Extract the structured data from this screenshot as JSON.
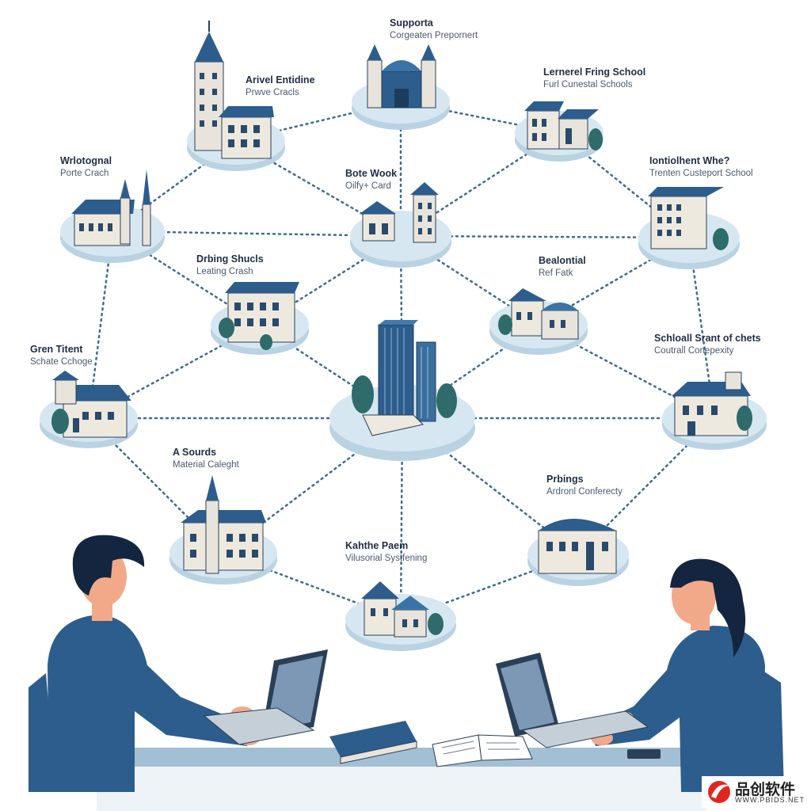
{
  "nodes": [
    {
      "id": "n1",
      "title": "Arivel Entidine",
      "subtitle": "Prwve Cracls"
    },
    {
      "id": "n2",
      "title": "Supporta",
      "subtitle": "Corgeaten Prepornert"
    },
    {
      "id": "n3",
      "title": "Lernerel Fring School",
      "subtitle": "Furl Cunestal Schools"
    },
    {
      "id": "n4",
      "title": "Wrlotognal",
      "subtitle": "Porte Crach"
    },
    {
      "id": "n5",
      "title": "Bote Wook",
      "subtitle": "Oilfy+ Card"
    },
    {
      "id": "n6",
      "title": "Iontiolhent Whe?",
      "subtitle": "Trenten Custeport School"
    },
    {
      "id": "n7",
      "title": "Drbing Shucls",
      "subtitle": "Leating Crash"
    },
    {
      "id": "n8",
      "title": "Bealontial",
      "subtitle": "Ref Fatk"
    },
    {
      "id": "n9",
      "title": "Gren Titent",
      "subtitle": "Schate Cchoge"
    },
    {
      "id": "n10",
      "title": "Schloall Srant of chets",
      "subtitle": "Coutrall Conepexity"
    },
    {
      "id": "n11",
      "title": "A Sourds",
      "subtitle": "Material Caleght"
    },
    {
      "id": "n12",
      "title": "Prbings",
      "subtitle": "Ardronl Conferecty"
    },
    {
      "id": "n13",
      "title": "Kahthe Paem",
      "subtitle": "Vilusorial Systfening"
    }
  ],
  "watermark": {
    "name": "品创软件",
    "url": "WWW.PBIDS.NET"
  },
  "colors": {
    "accent": "#2d5d8c",
    "platform": "#cfe2ed",
    "edge": "#3b6b94",
    "tree": "#2e6b6a",
    "desk": "#a3bfd4"
  }
}
